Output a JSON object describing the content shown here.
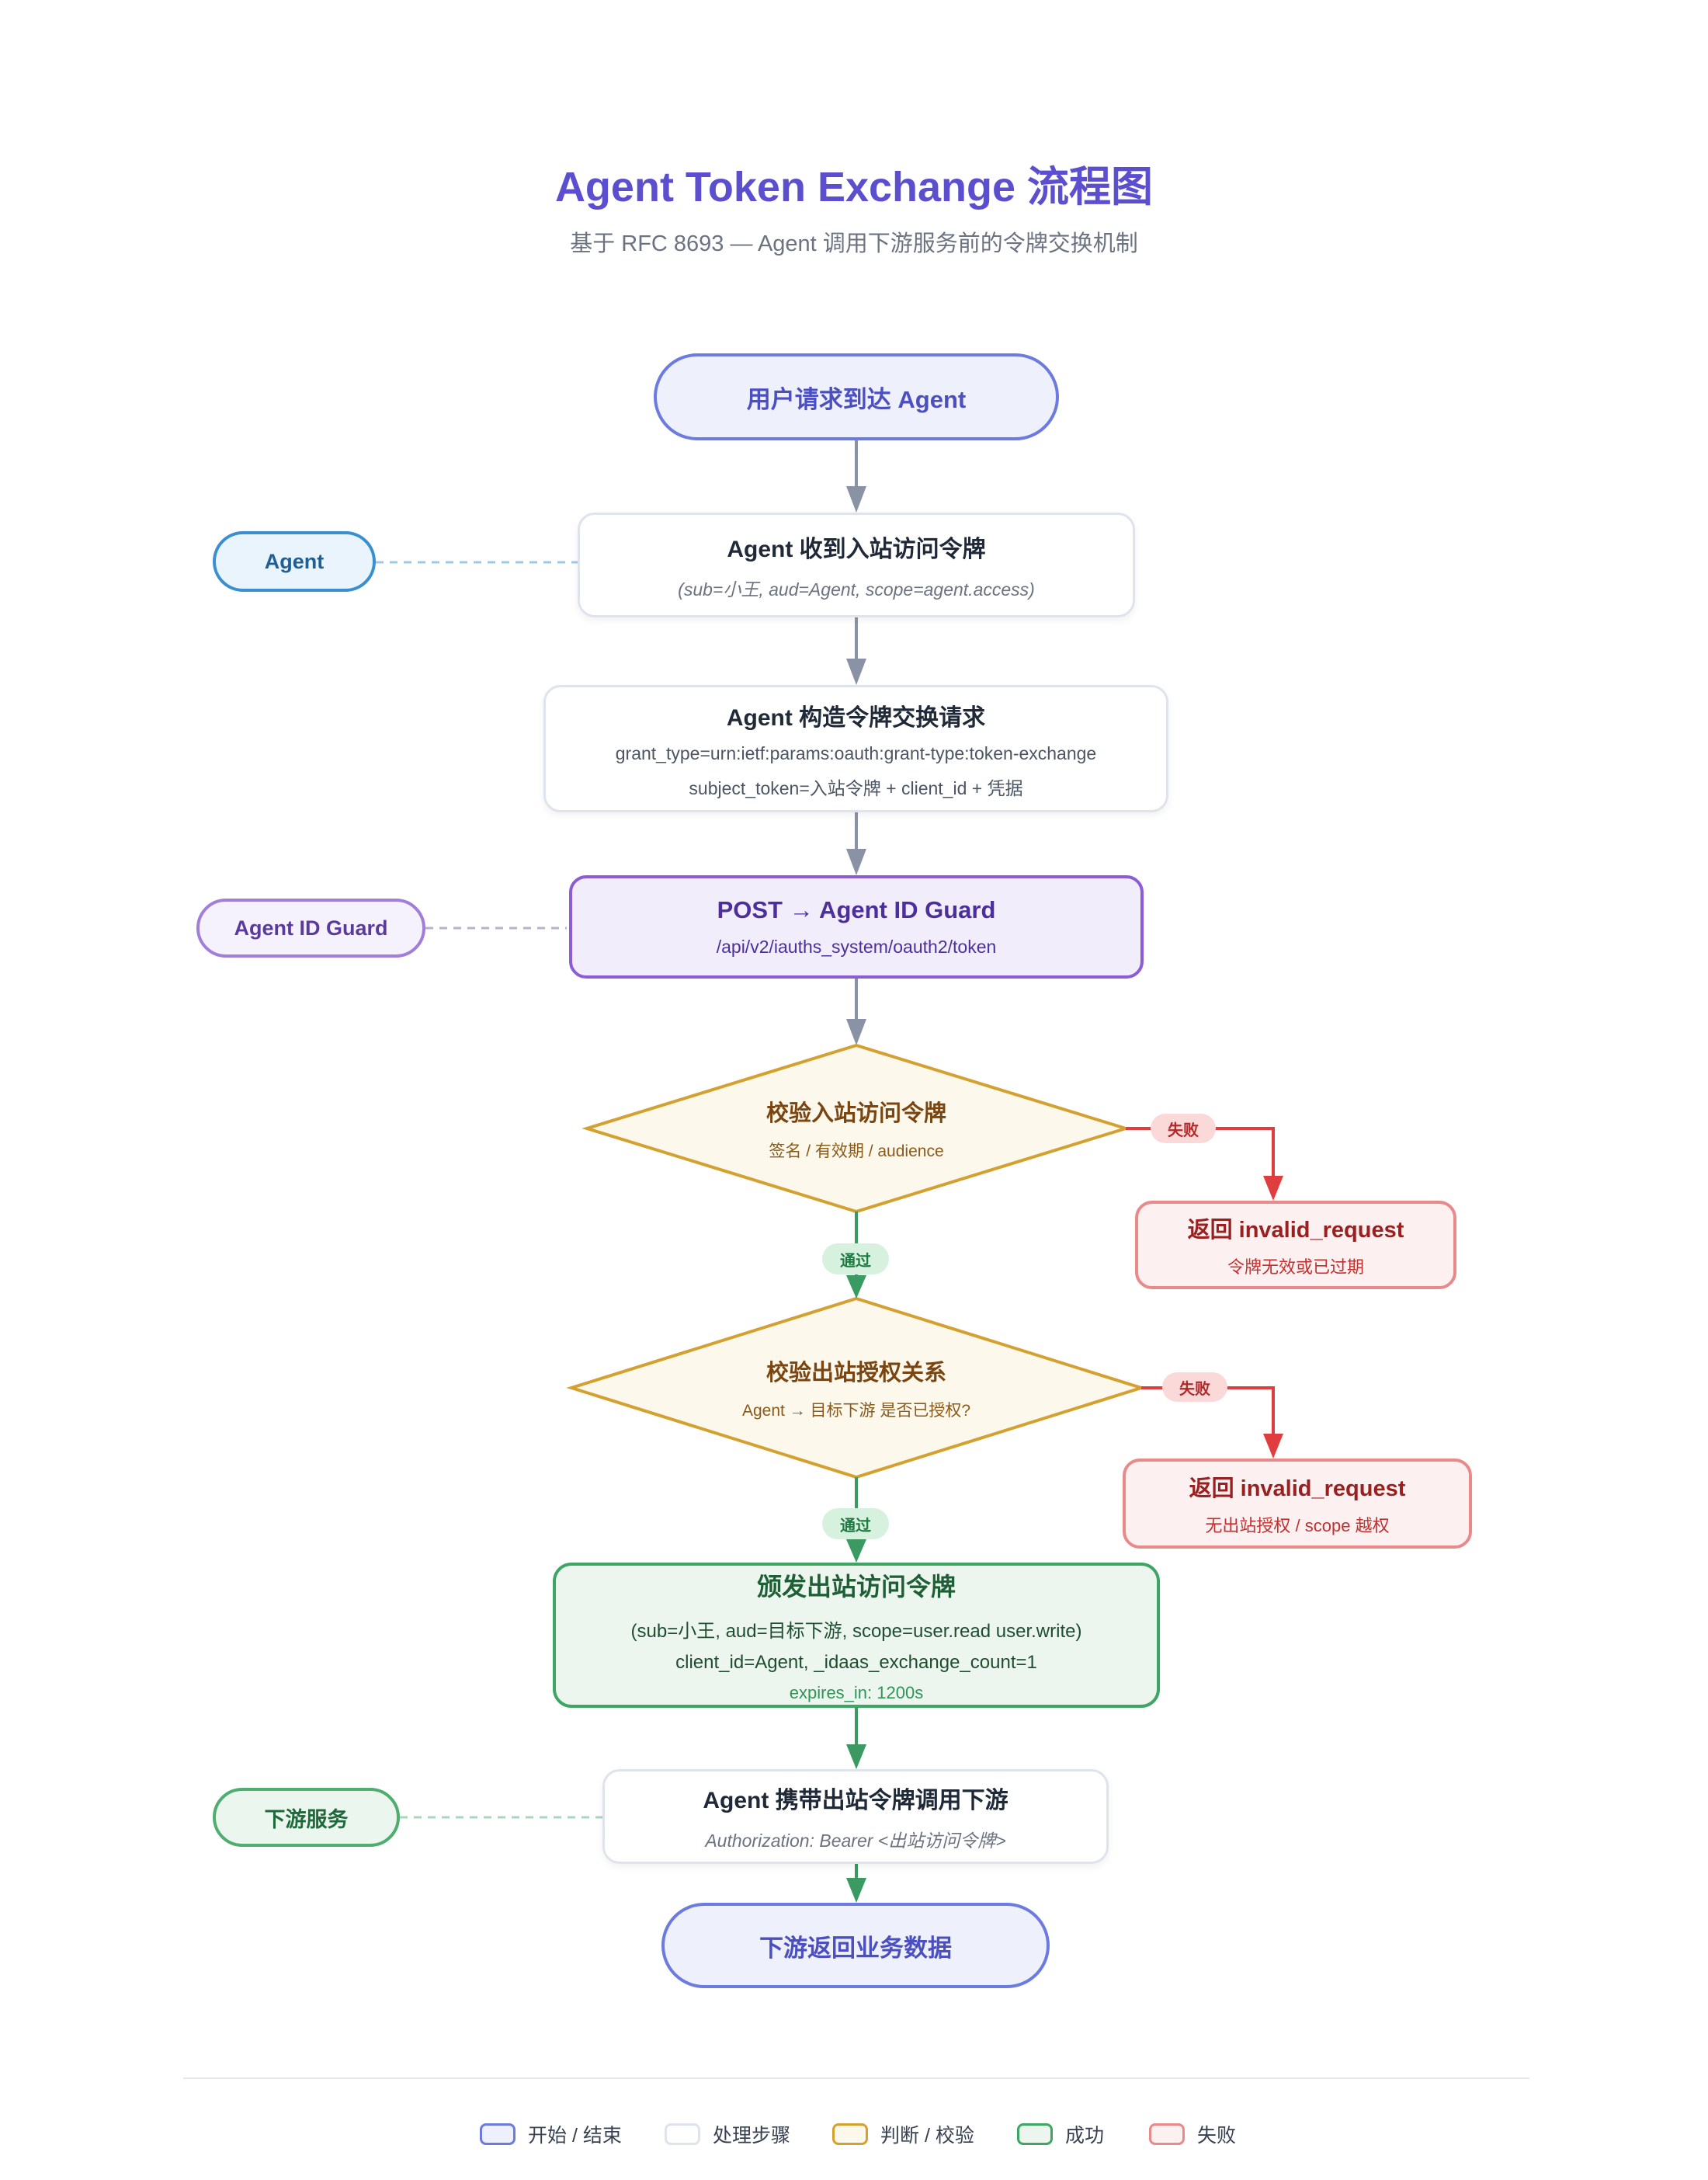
{
  "header": {
    "title": "Agent Token Exchange 流程图",
    "subtitle": "基于 RFC 8693 — Agent 调用下游服务前的令牌交换机制"
  },
  "lanes": {
    "agent": "Agent",
    "guard": "Agent ID Guard",
    "downstream": "下游服务"
  },
  "nodes": {
    "start": {
      "title": "用户请求到达 Agent"
    },
    "receive": {
      "title": "Agent 收到入站访问令牌",
      "detail": "(sub=小王, aud=Agent, scope=agent.access)"
    },
    "build": {
      "title": "Agent 构造令牌交换请求",
      "line1": "grant_type=urn:ietf:params:oauth:grant-type:token-exchange",
      "line2": "subject_token=入站令牌 + client_id + 凭据"
    },
    "post": {
      "title": "POST → Agent ID Guard",
      "detail": "/api/v2/iauths_system/oauth2/token"
    },
    "check_inbound": {
      "title": "校验入站访问令牌",
      "detail": "签名 / 有效期 / audience"
    },
    "fail_inbound": {
      "title": "返回 invalid_request",
      "detail": "令牌无效或已过期"
    },
    "check_outbound": {
      "title": "校验出站授权关系",
      "detail": "Agent → 目标下游 是否已授权?"
    },
    "fail_outbound": {
      "title": "返回 invalid_request",
      "detail": "无出站授权 / scope 越权"
    },
    "issue": {
      "title": "颁发出站访问令牌",
      "line1": "(sub=小王, aud=目标下游, scope=user.read user.write)",
      "line2": "client_id=Agent, _idaas_exchange_count=1",
      "line3": "expires_in: 1200s"
    },
    "call": {
      "title": "Agent 携带出站令牌调用下游",
      "detail": "Authorization: Bearer <出站访问令牌>"
    },
    "end": {
      "title": "下游返回业务数据"
    }
  },
  "edges": {
    "fail_label": "失败",
    "pass_label": "通过"
  },
  "legend": [
    {
      "label": "开始 / 结束",
      "fill": "#eef0fb",
      "stroke": "#6b7be0"
    },
    {
      "label": "处理步骤",
      "fill": "#ffffff",
      "stroke": "#dfe3ec"
    },
    {
      "label": "判断 / 校验",
      "fill": "#fdf8ec",
      "stroke": "#d4a030"
    },
    {
      "label": "成功",
      "fill": "#ecf6ef",
      "stroke": "#3fa564"
    },
    {
      "label": "失败",
      "fill": "#fdf0f0",
      "stroke": "#e88a8a"
    }
  ],
  "colors": {
    "gray_arrow": "#8a93a6",
    "green_arrow": "#3a9a62",
    "red_arrow": "#e03e3e",
    "decision_fill": "#fdf8ec",
    "decision_stroke": "#d4a030"
  }
}
